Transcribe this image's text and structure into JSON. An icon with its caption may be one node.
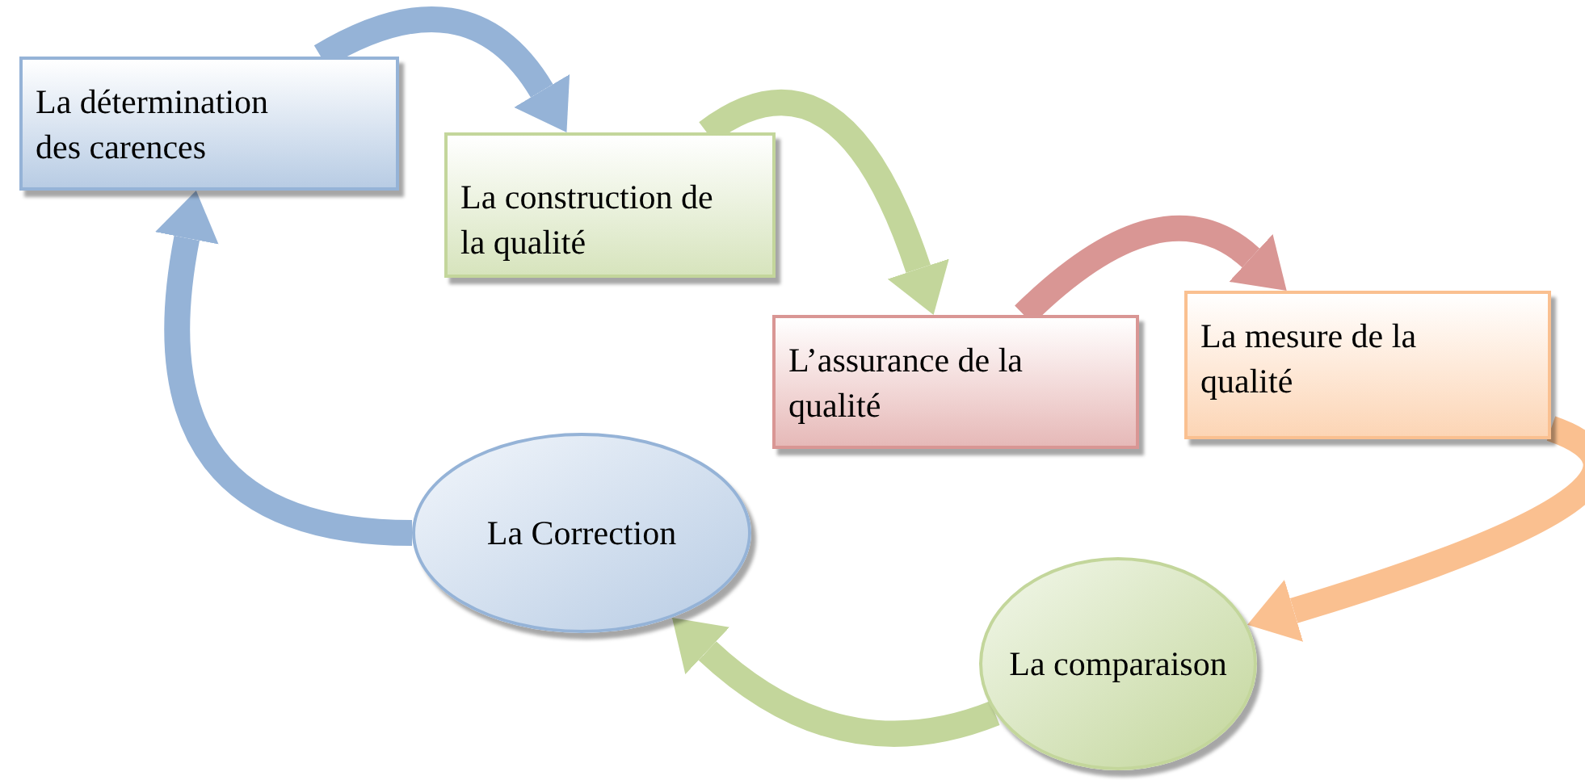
{
  "diagram": {
    "nodes": [
      {
        "text": [
          "La détermination des carences"
        ]
      },
      {
        "text": [
          "La construction de la qualité"
        ]
      },
      {
        "text": [
          "L’assurance de la qualité"
        ]
      },
      {
        "text": [
          "La mesure de la qualité"
        ]
      },
      {
        "text": [
          "La Correction"
        ]
      },
      {
        "text": [
          "La comparaison"
        ]
      }
    ],
    "edges": [
      {
        "from": 0,
        "to": 1,
        "arrow": "to",
        "color": "#95b3d7"
      },
      {
        "from": 1,
        "to": 2,
        "arrow": "to",
        "color": "#c3d69b"
      },
      {
        "from": 2,
        "to": 3,
        "arrow": "to",
        "color": "#d99694"
      },
      {
        "from": 3,
        "to": 5,
        "arrow": "to",
        "color": "#fac090"
      },
      {
        "from": 5,
        "to": 4,
        "arrow": "to",
        "color": "#c3d69b"
      },
      {
        "from": 4,
        "to": 0,
        "arrow": "to",
        "color": "#95b3d7"
      }
    ]
  }
}
